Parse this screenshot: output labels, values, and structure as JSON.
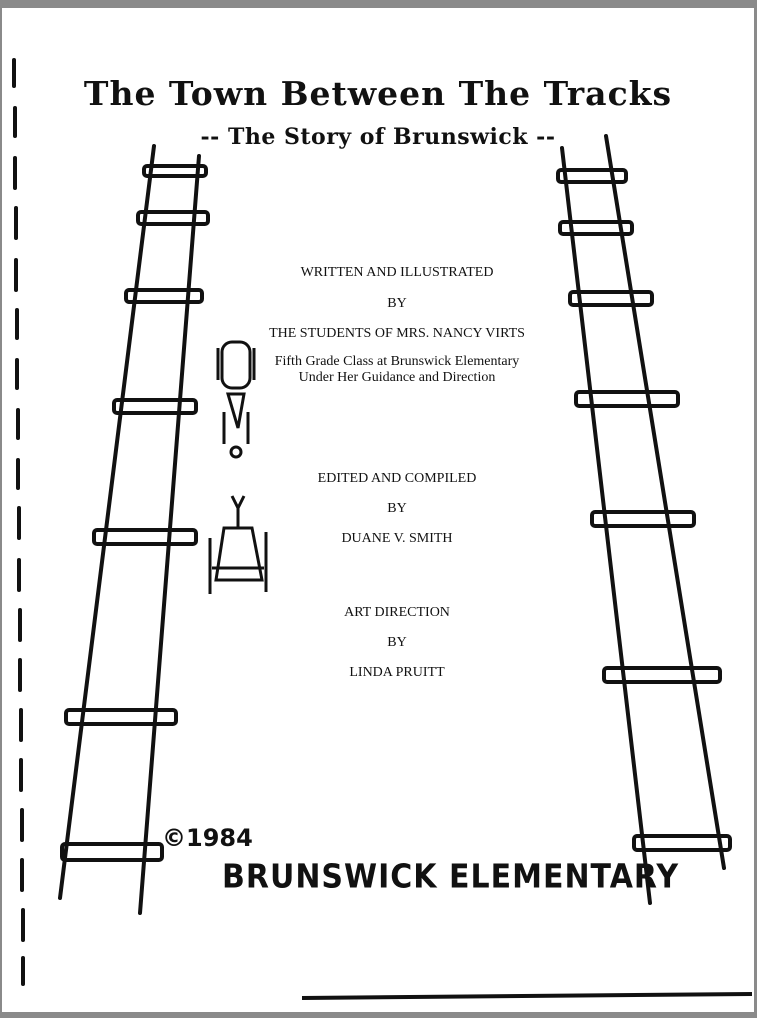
{
  "title": "The Town Between The Tracks",
  "subtitle": "-- The Story of Brunswick --",
  "credits": {
    "line1": "WRITTEN AND ILLUSTRATED",
    "line2": "BY",
    "line3": "THE STUDENTS OF MRS. NANCY VIRTS",
    "line4": "Fifth Grade Class at Brunswick Elementary",
    "line5": "Under Her Guidance and Direction",
    "line6": "EDITED AND COMPILED",
    "line7": "BY",
    "line8": "DUANE V. SMITH",
    "line9": "ART DIRECTION",
    "line10": "BY",
    "line11": "LINDA PRUITT"
  },
  "copyright": "©1984",
  "school": "BRUNSWICK ELEMENTARY"
}
